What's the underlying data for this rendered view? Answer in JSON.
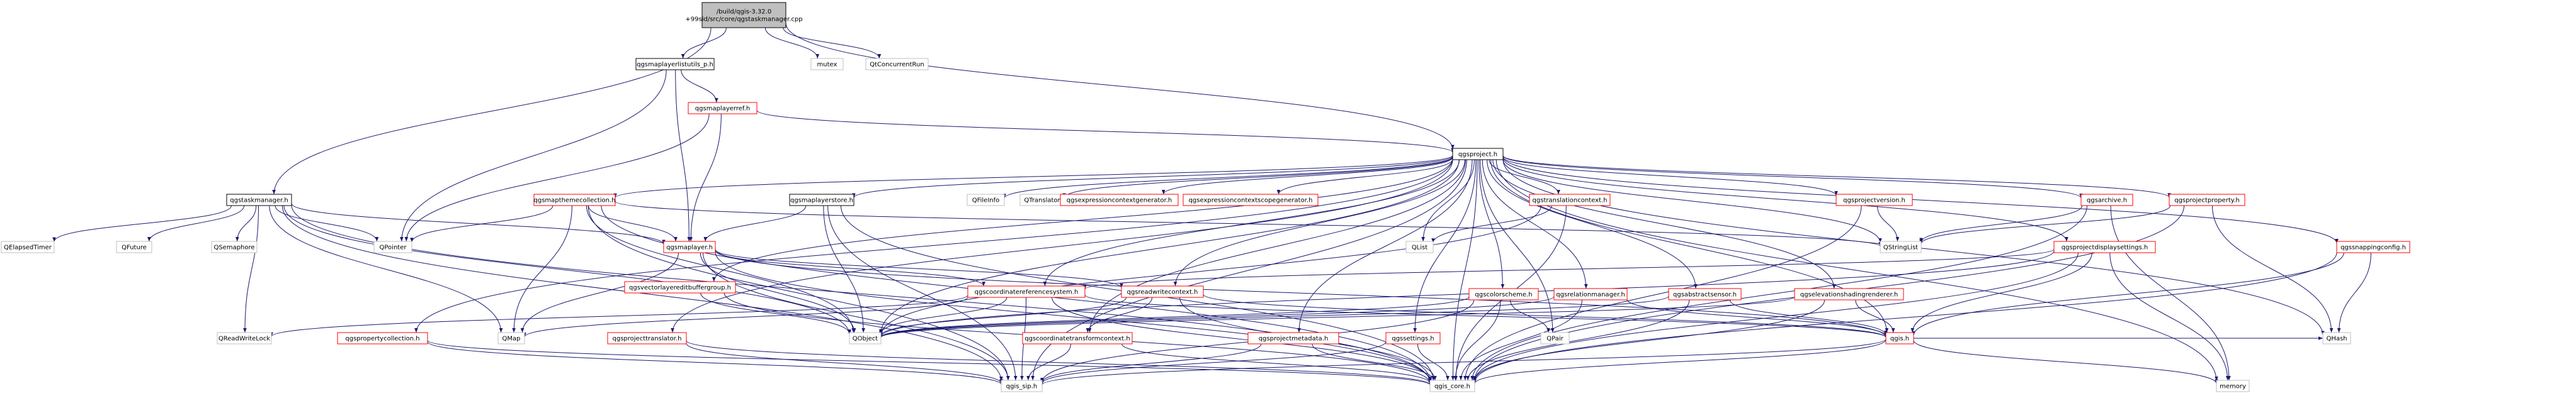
{
  "colors": {
    "edge_include": "#191970",
    "edge_weak": "#808080",
    "node_border_normal": "#000000",
    "node_border_red": "#ff0000",
    "node_border_gray": "#bfbfbf",
    "node_text": "#000000",
    "root_fill": "#bfbfbf",
    "node_fill": "#ffffff"
  },
  "nodes": [
    {
      "id": "root",
      "lines": [
        "/build/qgis-3.32.0",
        "+99sid/src/core/qgstaskmanager.cpp"
      ],
      "style": "root"
    },
    {
      "id": "utils",
      "lines": [
        "qgsmaplayerlistutils_p.h"
      ],
      "style": "normal"
    },
    {
      "id": "mutex",
      "lines": [
        "mutex"
      ],
      "style": "gray"
    },
    {
      "id": "qtconc",
      "lines": [
        "QtConcurrentRun"
      ],
      "style": "gray"
    },
    {
      "id": "mlref",
      "lines": [
        "qgsmaplayerref.h"
      ],
      "style": "red"
    },
    {
      "id": "project",
      "lines": [
        "qgsproject.h"
      ],
      "style": "normal"
    },
    {
      "id": "taskmgr",
      "lines": [
        "qgstaskmanager.h"
      ],
      "style": "normal"
    },
    {
      "id": "theme",
      "lines": [
        "qgsmapthemecollection.h"
      ],
      "style": "red"
    },
    {
      "id": "store",
      "lines": [
        "qgsmaplayerstore.h"
      ],
      "style": "normal"
    },
    {
      "id": "qfileinfo",
      "lines": [
        "QFileInfo"
      ],
      "style": "gray"
    },
    {
      "id": "qtranslator",
      "lines": [
        "QTranslator"
      ],
      "style": "gray"
    },
    {
      "id": "exprgen",
      "lines": [
        "qgsexpressioncontextgenerator.h"
      ],
      "style": "red"
    },
    {
      "id": "exprscope",
      "lines": [
        "qgsexpressioncontextscopegenerator.h"
      ],
      "style": "red"
    },
    {
      "id": "translctx",
      "lines": [
        "qgstranslationcontext.h"
      ],
      "style": "red"
    },
    {
      "id": "projver",
      "lines": [
        "qgsprojectversion.h"
      ],
      "style": "red"
    },
    {
      "id": "archive",
      "lines": [
        "qgsarchive.h"
      ],
      "style": "red"
    },
    {
      "id": "projprop",
      "lines": [
        "qgsprojectproperty.h"
      ],
      "style": "red"
    },
    {
      "id": "qelapsed",
      "lines": [
        "QElapsedTimer"
      ],
      "style": "gray"
    },
    {
      "id": "qfuture",
      "lines": [
        "QFuture"
      ],
      "style": "gray"
    },
    {
      "id": "qsemaphore",
      "lines": [
        "QSemaphore"
      ],
      "style": "gray"
    },
    {
      "id": "qpointer",
      "lines": [
        "QPointer"
      ],
      "style": "gray"
    },
    {
      "id": "maplayer",
      "lines": [
        "qgsmaplayer.h"
      ],
      "style": "red"
    },
    {
      "id": "qlist",
      "lines": [
        "QList"
      ],
      "style": "gray"
    },
    {
      "id": "qstringlist",
      "lines": [
        "QStringList"
      ],
      "style": "gray"
    },
    {
      "id": "dispset",
      "lines": [
        "qgsprojectdisplaysettings.h"
      ],
      "style": "red"
    },
    {
      "id": "snapcfg",
      "lines": [
        "qgssnappingconfig.h"
      ],
      "style": "red"
    },
    {
      "id": "vlebuf",
      "lines": [
        "qgsvectorlayereditbuffergroup.h"
      ],
      "style": "red"
    },
    {
      "id": "crs",
      "lines": [
        "qgscoordinatereferencesystem.h"
      ],
      "style": "red"
    },
    {
      "id": "readwrite",
      "lines": [
        "qgsreadwritecontext.h"
      ],
      "style": "red"
    },
    {
      "id": "colorscheme",
      "lines": [
        "qgscolorscheme.h"
      ],
      "style": "red"
    },
    {
      "id": "relmgr",
      "lines": [
        "qgsrelationmanager.h"
      ],
      "style": "red"
    },
    {
      "id": "abssensor",
      "lines": [
        "qgsabstractsensor.h"
      ],
      "style": "red"
    },
    {
      "id": "elevshade",
      "lines": [
        "qgselevationshadingrenderer.h"
      ],
      "style": "red"
    },
    {
      "id": "qreadwritelock",
      "lines": [
        "QReadWriteLock"
      ],
      "style": "gray"
    },
    {
      "id": "propcoll",
      "lines": [
        "qgspropertycollection.h"
      ],
      "style": "red"
    },
    {
      "id": "qmap",
      "lines": [
        "QMap"
      ],
      "style": "gray"
    },
    {
      "id": "projtrans",
      "lines": [
        "qgsprojecttranslator.h"
      ],
      "style": "red"
    },
    {
      "id": "qobject",
      "lines": [
        "QObject"
      ],
      "style": "gray"
    },
    {
      "id": "ctctx",
      "lines": [
        "qgscoordinatetransformcontext.h"
      ],
      "style": "red"
    },
    {
      "id": "projmeta",
      "lines": [
        "qgsprojectmetadata.h"
      ],
      "style": "red"
    },
    {
      "id": "settings",
      "lines": [
        "qgssettings.h"
      ],
      "style": "red"
    },
    {
      "id": "qpair",
      "lines": [
        "QPair"
      ],
      "style": "gray"
    },
    {
      "id": "qgis",
      "lines": [
        "qgis.h"
      ],
      "style": "red"
    },
    {
      "id": "qhash",
      "lines": [
        "QHash"
      ],
      "style": "gray"
    },
    {
      "id": "memory",
      "lines": [
        "memory"
      ],
      "style": "gray"
    },
    {
      "id": "qgissip",
      "lines": [
        "qgis_sip.h"
      ],
      "style": "gray"
    },
    {
      "id": "qgiscore",
      "lines": [
        "qgis_core.h"
      ],
      "style": "gray"
    }
  ],
  "edges": [
    [
      "root",
      "utils"
    ],
    [
      "root",
      "mutex"
    ],
    [
      "root",
      "qtconc"
    ],
    [
      "root",
      "project"
    ],
    [
      "root",
      "taskmgr"
    ],
    [
      "utils",
      "mlref"
    ],
    [
      "utils",
      "qpointer"
    ],
    [
      "utils",
      "maplayer"
    ],
    [
      "mlref",
      "project"
    ],
    [
      "mlref",
      "maplayer"
    ],
    [
      "mlref",
      "qpointer"
    ],
    [
      "project",
      "theme"
    ],
    [
      "project",
      "store"
    ],
    [
      "project",
      "qfileinfo"
    ],
    [
      "project",
      "qtranslator"
    ],
    [
      "project",
      "exprgen"
    ],
    [
      "project",
      "exprscope"
    ],
    [
      "project",
      "translctx"
    ],
    [
      "project",
      "projver"
    ],
    [
      "project",
      "archive"
    ],
    [
      "project",
      "projprop"
    ],
    [
      "project",
      "qlist"
    ],
    [
      "project",
      "qstringlist"
    ],
    [
      "project",
      "dispset"
    ],
    [
      "project",
      "snapcfg"
    ],
    [
      "project",
      "vlebuf"
    ],
    [
      "project",
      "crs"
    ],
    [
      "project",
      "readwrite"
    ],
    [
      "project",
      "colorscheme"
    ],
    [
      "project",
      "relmgr"
    ],
    [
      "project",
      "abssensor"
    ],
    [
      "project",
      "elevshade"
    ],
    [
      "project",
      "propcoll"
    ],
    [
      "project",
      "projtrans"
    ],
    [
      "project",
      "ctctx"
    ],
    [
      "project",
      "projmeta"
    ],
    [
      "project",
      "settings"
    ],
    [
      "project",
      "qgis"
    ],
    [
      "project",
      "qhash"
    ],
    [
      "project",
      "memory"
    ],
    [
      "project",
      "qgissip"
    ],
    [
      "project",
      "qgiscore"
    ],
    [
      "project",
      "qpair"
    ],
    [
      "project",
      "qobject"
    ],
    [
      "taskmgr",
      "qelapsed"
    ],
    [
      "taskmgr",
      "qfuture"
    ],
    [
      "taskmgr",
      "qsemaphore"
    ],
    [
      "taskmgr",
      "qpointer"
    ],
    [
      "taskmgr",
      "maplayer"
    ],
    [
      "taskmgr",
      "qreadwritelock"
    ],
    [
      "taskmgr",
      "qobject"
    ],
    [
      "taskmgr",
      "qmap"
    ],
    [
      "taskmgr",
      "qgissip"
    ],
    [
      "taskmgr",
      "qgiscore"
    ],
    [
      "theme",
      "maplayer"
    ],
    [
      "theme",
      "qpointer"
    ],
    [
      "theme",
      "qobject"
    ],
    [
      "theme",
      "qmap"
    ],
    [
      "theme",
      "qgiscore"
    ],
    [
      "theme",
      "qgissip"
    ],
    [
      "theme",
      "qstringlist"
    ],
    [
      "store",
      "maplayer"
    ],
    [
      "store",
      "qobject"
    ],
    [
      "store",
      "qgiscore"
    ],
    [
      "store",
      "qgissip"
    ],
    [
      "maplayer",
      "crs"
    ],
    [
      "maplayer",
      "readwrite"
    ],
    [
      "maplayer",
      "qobject"
    ],
    [
      "maplayer",
      "qgis"
    ],
    [
      "maplayer",
      "qgiscore"
    ],
    [
      "maplayer",
      "qgissip"
    ],
    [
      "maplayer",
      "qmap"
    ],
    [
      "vlebuf",
      "qobject"
    ],
    [
      "vlebuf",
      "qgiscore"
    ],
    [
      "crs",
      "qobject"
    ],
    [
      "crs",
      "qgiscore"
    ],
    [
      "crs",
      "qgissip"
    ],
    [
      "crs",
      "qmap"
    ],
    [
      "crs",
      "qreadwritelock"
    ],
    [
      "crs",
      "qgis"
    ],
    [
      "readwrite",
      "qobject"
    ],
    [
      "readwrite",
      "ctctx"
    ],
    [
      "readwrite",
      "qgiscore"
    ],
    [
      "readwrite",
      "qgis"
    ],
    [
      "translctx",
      "qlist"
    ],
    [
      "translctx",
      "qgiscore"
    ],
    [
      "translctx",
      "qobject"
    ],
    [
      "projver",
      "qstringlist"
    ],
    [
      "projver",
      "qgiscore"
    ],
    [
      "archive",
      "qstringlist"
    ],
    [
      "archive",
      "qgiscore"
    ],
    [
      "archive",
      "memory"
    ],
    [
      "projprop",
      "qstringlist"
    ],
    [
      "projprop",
      "qhash"
    ],
    [
      "projprop",
      "qgiscore"
    ],
    [
      "dispset",
      "qobject"
    ],
    [
      "dispset",
      "qgis"
    ],
    [
      "dispset",
      "qgiscore"
    ],
    [
      "dispset",
      "memory"
    ],
    [
      "dispset",
      "crs"
    ],
    [
      "snapcfg",
      "qgis"
    ],
    [
      "snapcfg",
      "qhash"
    ],
    [
      "snapcfg",
      "qgiscore"
    ],
    [
      "colorscheme",
      "qobject"
    ],
    [
      "colorscheme",
      "qpair"
    ],
    [
      "colorscheme",
      "qgiscore"
    ],
    [
      "colorscheme",
      "qgissip"
    ],
    [
      "relmgr",
      "qobject"
    ],
    [
      "relmgr",
      "qgiscore"
    ],
    [
      "relmgr",
      "qgis"
    ],
    [
      "abssensor",
      "qobject"
    ],
    [
      "abssensor",
      "qgis"
    ],
    [
      "abssensor",
      "qgiscore"
    ],
    [
      "elevshade",
      "qobject"
    ],
    [
      "elevshade",
      "qgis"
    ],
    [
      "elevshade",
      "qgiscore"
    ],
    [
      "propcoll",
      "qgiscore"
    ],
    [
      "propcoll",
      "qgissip"
    ],
    [
      "projtrans",
      "qgiscore"
    ],
    [
      "projtrans",
      "qgissip"
    ],
    [
      "ctctx",
      "qgiscore"
    ],
    [
      "ctctx",
      "qgissip"
    ],
    [
      "projmeta",
      "qgiscore"
    ],
    [
      "projmeta",
      "qgissip"
    ],
    [
      "settings",
      "qgiscore"
    ],
    [
      "settings",
      "qgissip"
    ],
    [
      "qgis",
      "qgiscore"
    ],
    [
      "qgis",
      "qgissip"
    ],
    [
      "qgis",
      "memory"
    ],
    [
      "qgis",
      "qhash"
    ]
  ]
}
